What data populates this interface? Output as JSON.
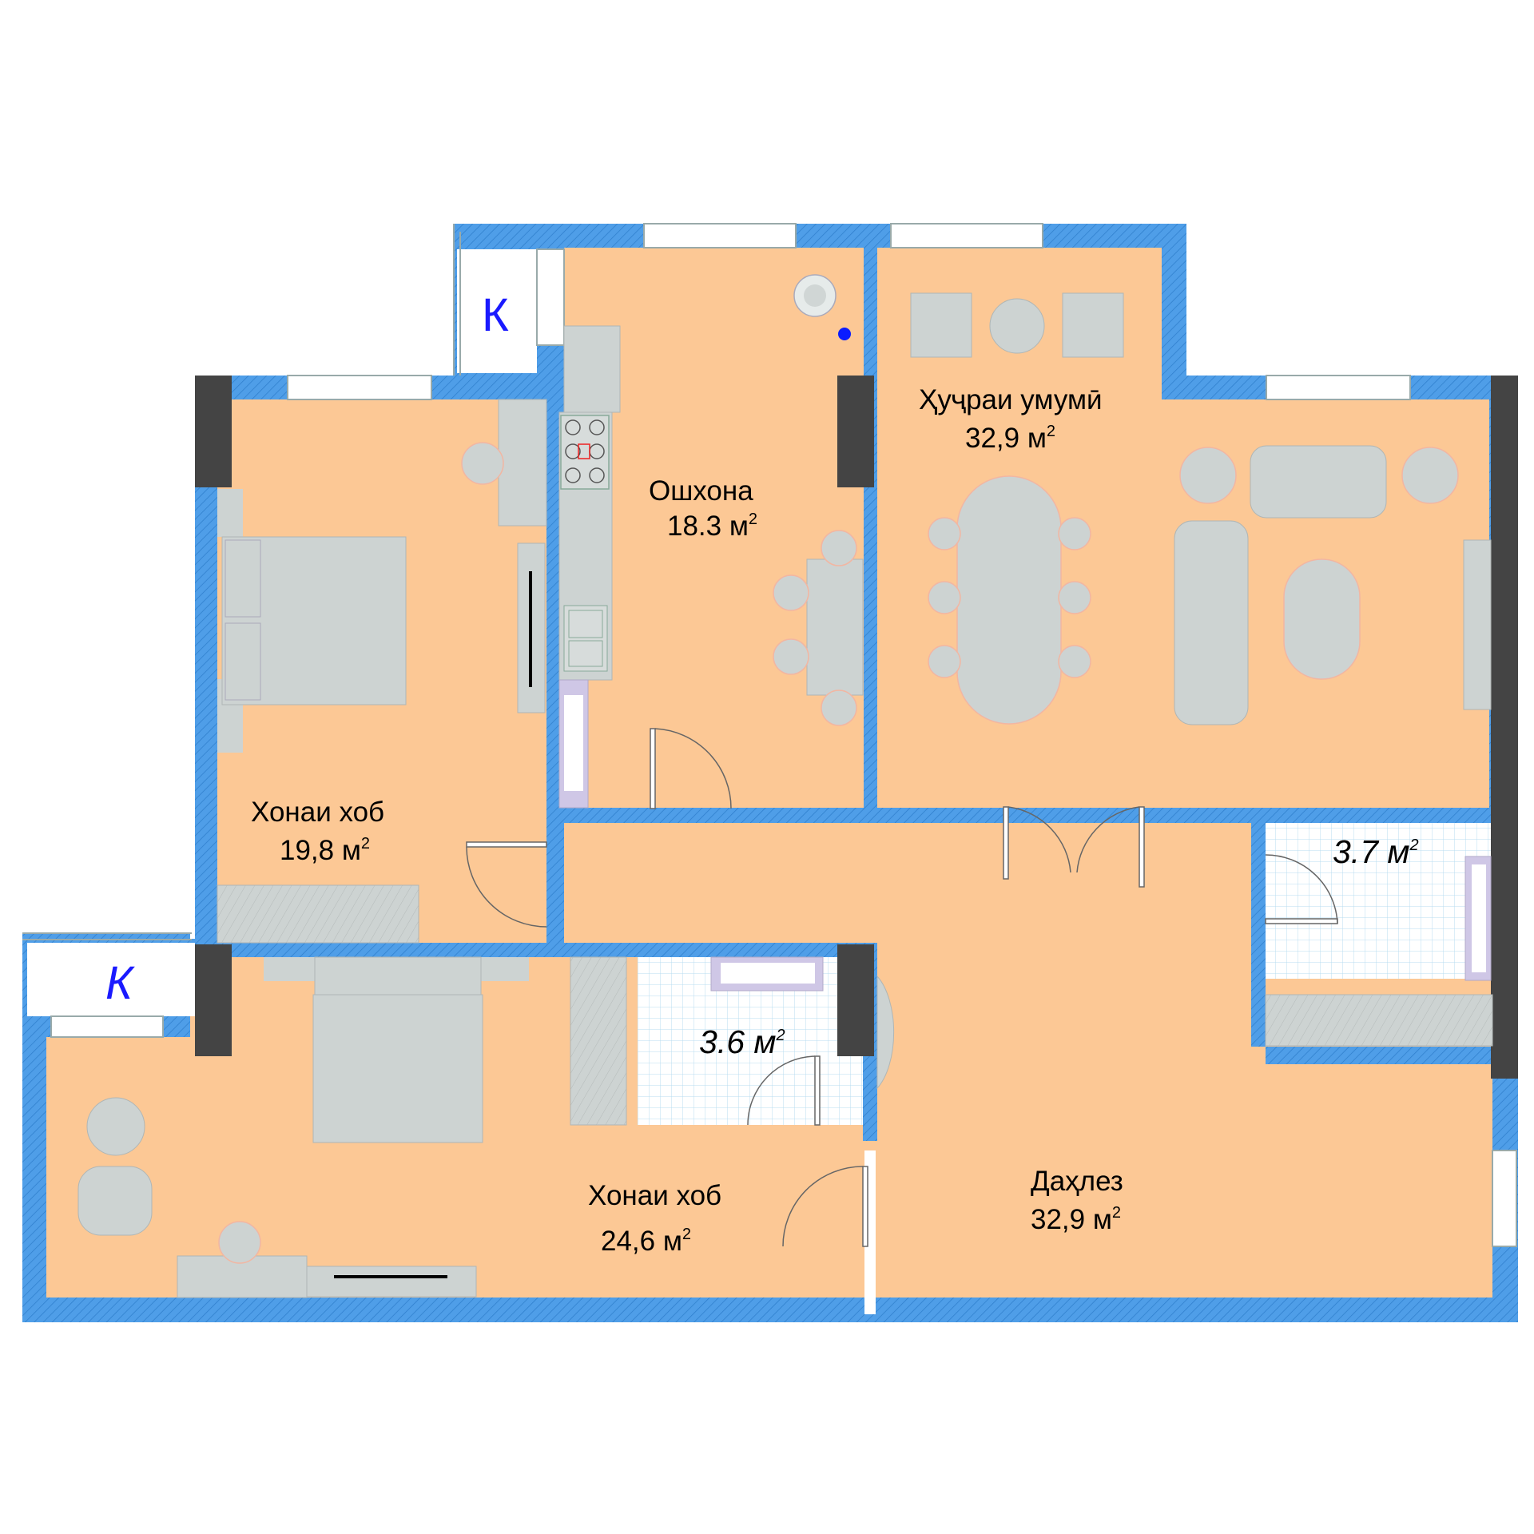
{
  "rooms": {
    "kitchen": {
      "name": "Ошхона",
      "area": "18.3 м",
      "sup": "2"
    },
    "living": {
      "name": "Ҳуҷраи умумӣ",
      "area": "32,9 м",
      "sup": "2"
    },
    "bedroom_1": {
      "name": "Хонаи хоб",
      "area": "19,8 м",
      "sup": "2"
    },
    "bedroom_2": {
      "name": "Хонаи хоб",
      "area": "24,6 м",
      "sup": "2"
    },
    "hall": {
      "name": "Даҳлез",
      "area": "32,9 м",
      "sup": "2"
    },
    "bathroom_1": {
      "area": "3.6 м",
      "sup": "2"
    },
    "bathroom_2": {
      "area": "3.7 м",
      "sup": "2"
    }
  },
  "balconies": {
    "top_label": "К",
    "left_label": "К"
  },
  "colors": {
    "floor": "#fcc895",
    "wall": "#4f9ee8",
    "column": "#444444",
    "furniture": "#cdd3d2",
    "tile": "#ffffff",
    "tile_grid": "#b9dcf0",
    "balcony_label": "#1a1aff",
    "marker": "#0a1cff"
  },
  "icons": [
    "plant-icon",
    "stove-icon",
    "sink-icon",
    "tv-icon",
    "bed-icon",
    "sofa-icon",
    "table-icon",
    "chair-icon",
    "wardrobe-icon",
    "door-icon",
    "window-icon",
    "marker-icon"
  ]
}
